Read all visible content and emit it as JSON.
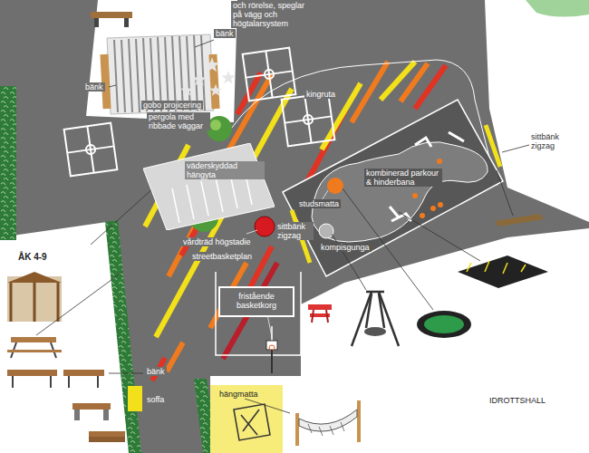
{
  "diagram": {
    "nodes": [
      {
        "text": [
          "väderskyddad hängyta"
        ]
      },
      {
        "text": [
          "fristående basketkorg"
        ]
      }
    ],
    "labels": [
      "och rörelse, speglar på vägg och högtalarsystem",
      "bänk",
      "bänk",
      "gobo projicering",
      "kingruta",
      "pergola med ribbade väggar",
      "sittbänk zigzag",
      "kombinerad parkour & hinderbana",
      "studsmatta",
      "kompisgunga",
      "sittbänk zigzag",
      "vårdträd högstadie",
      "streetbasketplan",
      "ÅK 4-9",
      "bänk",
      "soffa",
      "hängmatta",
      "IDROTTSHALL"
    ]
  }
}
